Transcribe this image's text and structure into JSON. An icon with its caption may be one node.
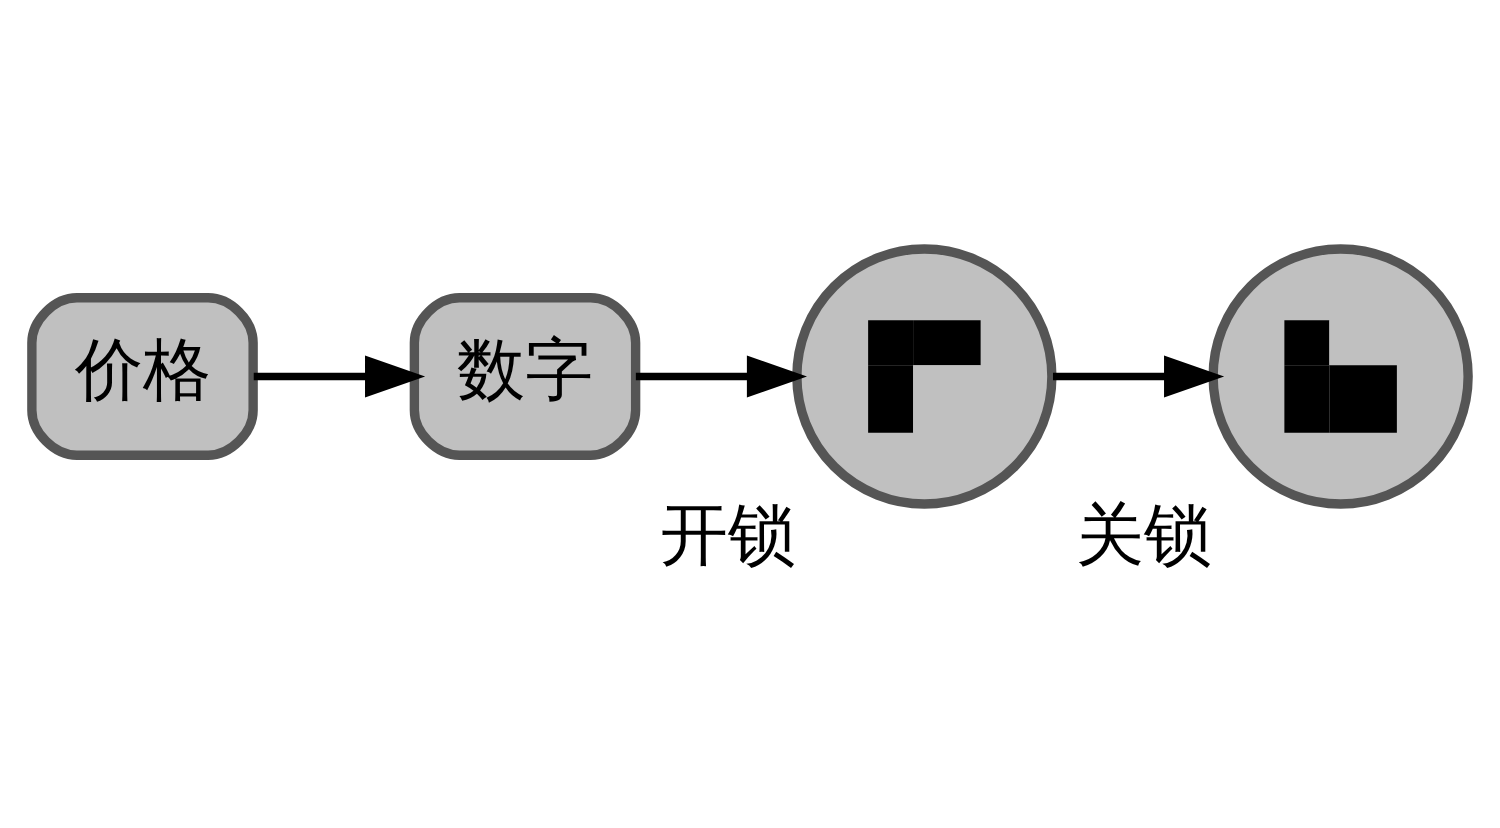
{
  "diagram": {
    "nodes": [
      {
        "text": [
          "价格"
        ]
      },
      {
        "text": [
          "数字"
        ]
      },
      {
        "text": [],
        "shape": "circle",
        "beside": [
          "开锁"
        ]
      },
      {
        "text": [],
        "shape": "circle",
        "beside": [
          "关锁"
        ]
      }
    ],
    "edges": [
      {
        "from": 0,
        "to": 1,
        "arrow": "to"
      },
      {
        "from": 1,
        "to": 2,
        "arrow": "to"
      },
      {
        "from": 2,
        "to": 3,
        "arrow": "to"
      }
    ]
  }
}
